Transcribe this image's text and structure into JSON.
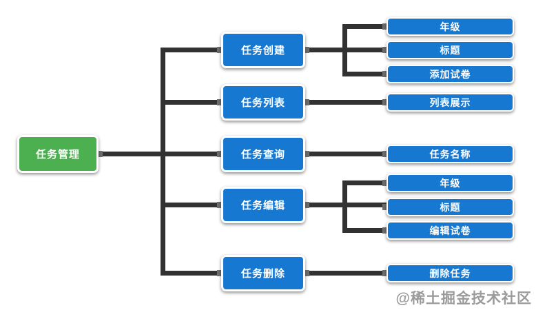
{
  "diagram": {
    "title": "task-management-mindmap",
    "root": {
      "label": "任务管理"
    },
    "branches": [
      {
        "label": "任务创建",
        "children": [
          "年级",
          "标题",
          "添加试卷"
        ]
      },
      {
        "label": "任务列表",
        "children": [
          "列表展示"
        ]
      },
      {
        "label": "任务查询",
        "children": [
          "任务名称"
        ]
      },
      {
        "label": "任务编辑",
        "children": [
          "年级",
          "标题",
          "编辑试卷"
        ]
      },
      {
        "label": "任务删除",
        "children": [
          "删除任务"
        ]
      }
    ]
  },
  "watermark": {
    "text": "@稀土掘金技术社区"
  },
  "colors": {
    "root_bg": "#4caf50",
    "node_bg": "#1778d2",
    "connector": "#323232",
    "stub": "#6e6e6e",
    "node_border": "#ffffff",
    "node_text": "#ffffff",
    "watermark": "#9b9b9b",
    "canvas_bg": "#ffffff"
  }
}
